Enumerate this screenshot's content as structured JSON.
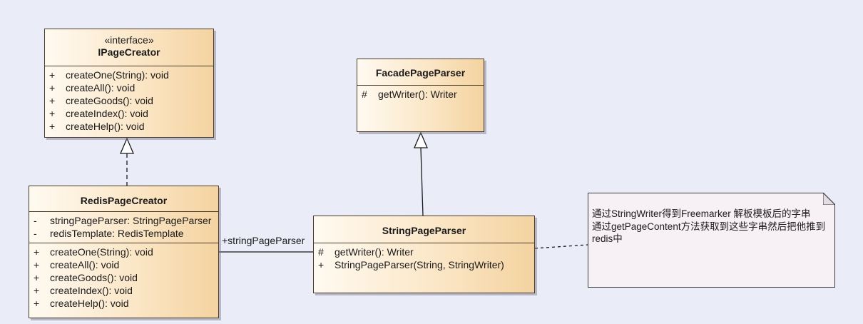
{
  "classes": {
    "ipagecreator": {
      "stereotype": "«interface»",
      "name": "IPageCreator",
      "methods": [
        {
          "vis": "+",
          "text": "createOne(String): void"
        },
        {
          "vis": "+",
          "text": "createAll(): void"
        },
        {
          "vis": "+",
          "text": "createGoods(): void"
        },
        {
          "vis": "+",
          "text": "createIndex(): void"
        },
        {
          "vis": "+",
          "text": "createHelp(): void"
        }
      ]
    },
    "redispagecreator": {
      "name": "RedisPageCreator",
      "attributes": [
        {
          "vis": "-",
          "text": "stringPageParser: StringPageParser"
        },
        {
          "vis": "-",
          "text": "redisTemplate: RedisTemplate"
        }
      ],
      "methods": [
        {
          "vis": "+",
          "text": "createOne(String): void"
        },
        {
          "vis": "+",
          "text": "createAll(): void"
        },
        {
          "vis": "+",
          "text": "createGoods(): void"
        },
        {
          "vis": "+",
          "text": "createIndex(): void"
        },
        {
          "vis": "+",
          "text": "createHelp(): void"
        }
      ]
    },
    "facadepageparser": {
      "name": "FacadePageParser",
      "methods": [
        {
          "vis": "#",
          "text": "getWriter(): Writer"
        }
      ]
    },
    "stringpageparser": {
      "name": "StringPageParser",
      "methods": [
        {
          "vis": "#",
          "text": "getWriter(): Writer"
        },
        {
          "vis": "+",
          "text": "StringPageParser(String, StringWriter)"
        }
      ]
    }
  },
  "association": {
    "label": "+stringPageParser"
  },
  "note": {
    "lines": [
      "通过StringWriter得到Freemarker 解板模板后的字串",
      "通过getPageContent方法获取到这些字串然后把他推到",
      "redis中"
    ]
  },
  "colors": {
    "background": "#eaedf7",
    "class_fill_light": "#fffaf1",
    "class_fill_dark": "#f4d3a0",
    "note_fill": "#f7f0f4",
    "border": "#4a3a28"
  }
}
